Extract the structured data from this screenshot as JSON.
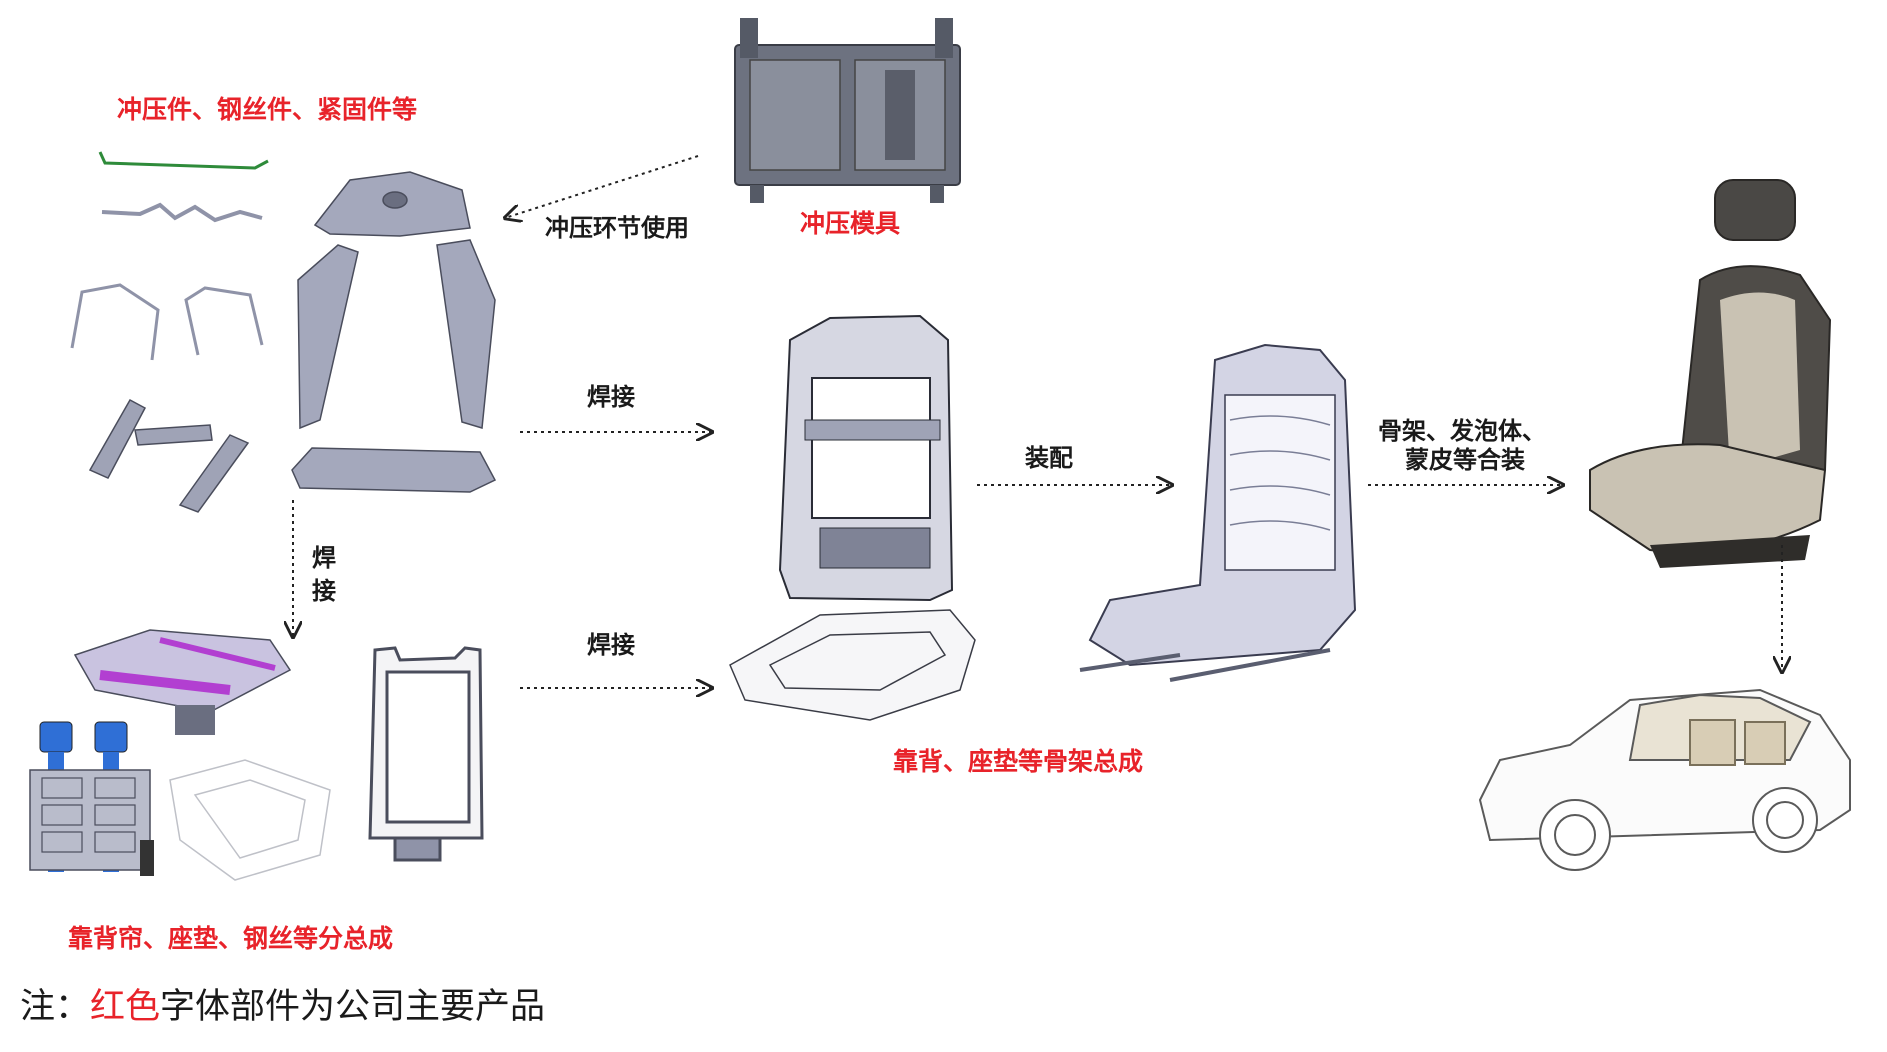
{
  "labels": {
    "parts": "冲压件、钢丝件、紧固件等",
    "mold": "冲压模具",
    "stamping_use": "冲压环节使用",
    "weld_right_top": "焊接",
    "weld_down_1": "焊",
    "weld_down_2": "接",
    "weld_right_bottom": "焊接",
    "assemble": "装配",
    "combine_line1": "骨架、发泡体、",
    "combine_line2": "蒙皮等合装",
    "subassembly": "靠背帘、座垫、钢丝等分总成",
    "frame_assembly": "靠背、座垫等骨架总成"
  },
  "note": {
    "prefix": "注：",
    "highlight": "红色",
    "suffix": "字体部件为公司主要产品"
  },
  "colors": {
    "highlight_red": "#e8232a",
    "text": "#1a1a1a",
    "part_gray": "#8f93a8",
    "part_purple": "#b23fd1",
    "part_blue": "#2f6fd6",
    "wire_green": "#2e8b3a"
  }
}
